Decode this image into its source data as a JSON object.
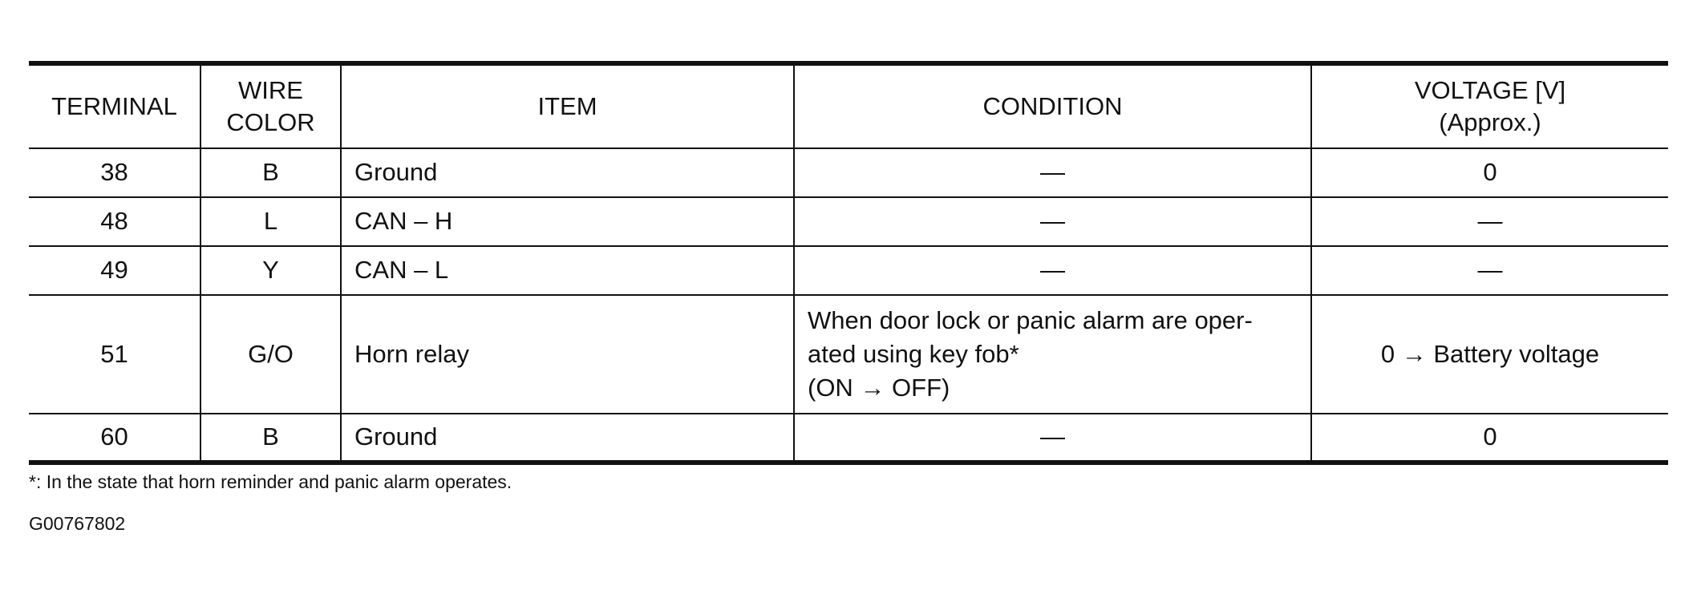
{
  "table": {
    "headers": {
      "terminal": "TERMINAL",
      "wire_color_line1": "WIRE",
      "wire_color_line2": "COLOR",
      "item": "ITEM",
      "condition": "CONDITION",
      "voltage_line1": "VOLTAGE [V]",
      "voltage_line2": "(Approx.)"
    },
    "rows": [
      {
        "terminal": "38",
        "wire_color": "B",
        "item": "Ground",
        "condition_lines": [
          "—"
        ],
        "voltage": "0"
      },
      {
        "terminal": "48",
        "wire_color": "L",
        "item": "CAN – H",
        "condition_lines": [
          "—"
        ],
        "voltage": "—"
      },
      {
        "terminal": "49",
        "wire_color": "Y",
        "item": "CAN – L",
        "condition_lines": [
          "—"
        ],
        "voltage": "—"
      },
      {
        "terminal": "51",
        "wire_color": "G/O",
        "item": "Horn relay",
        "condition_lines": [
          "When door lock or panic alarm are oper-",
          "ated using key fob*",
          "(ON → OFF)"
        ],
        "voltage": "0 → Battery voltage"
      },
      {
        "terminal": "60",
        "wire_color": "B",
        "item": "Ground",
        "condition_lines": [
          "—"
        ],
        "voltage": "0"
      }
    ]
  },
  "footnote": "*: In the state that horn reminder and panic alarm operates.",
  "figure_code": "G00767802"
}
